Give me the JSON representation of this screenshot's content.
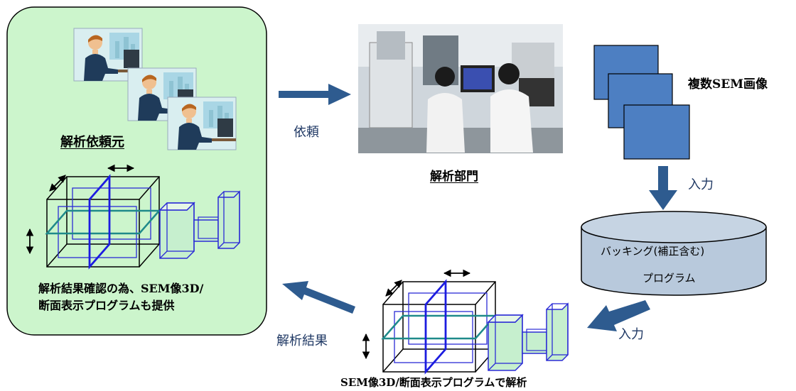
{
  "client": {
    "title": "解析依頼元",
    "note_line1": "解析結果確認の為、SEM像3D/",
    "note_line2": "断面表示プログラムも提供"
  },
  "lab": {
    "caption": "解析部門"
  },
  "request_label": "依頼",
  "sem_images_label": "複数SEM画像",
  "input_label_top": "入力",
  "program": {
    "line1": "バッキング(補正含む)",
    "line2": "プログラム"
  },
  "input_label_bottom": "入力",
  "analysis_caption": "SEM像3D/断面表示プログラムで解析",
  "result_label": "解析結果",
  "colors": {
    "client_panel": "#ccf5cc",
    "arrow": "#2e5b8f",
    "sem_square": "#4d7fc2",
    "cylinder": "#b8c9dc",
    "cube_blue": "#2b2bd6",
    "cube_teal": "#1f8a8a"
  }
}
